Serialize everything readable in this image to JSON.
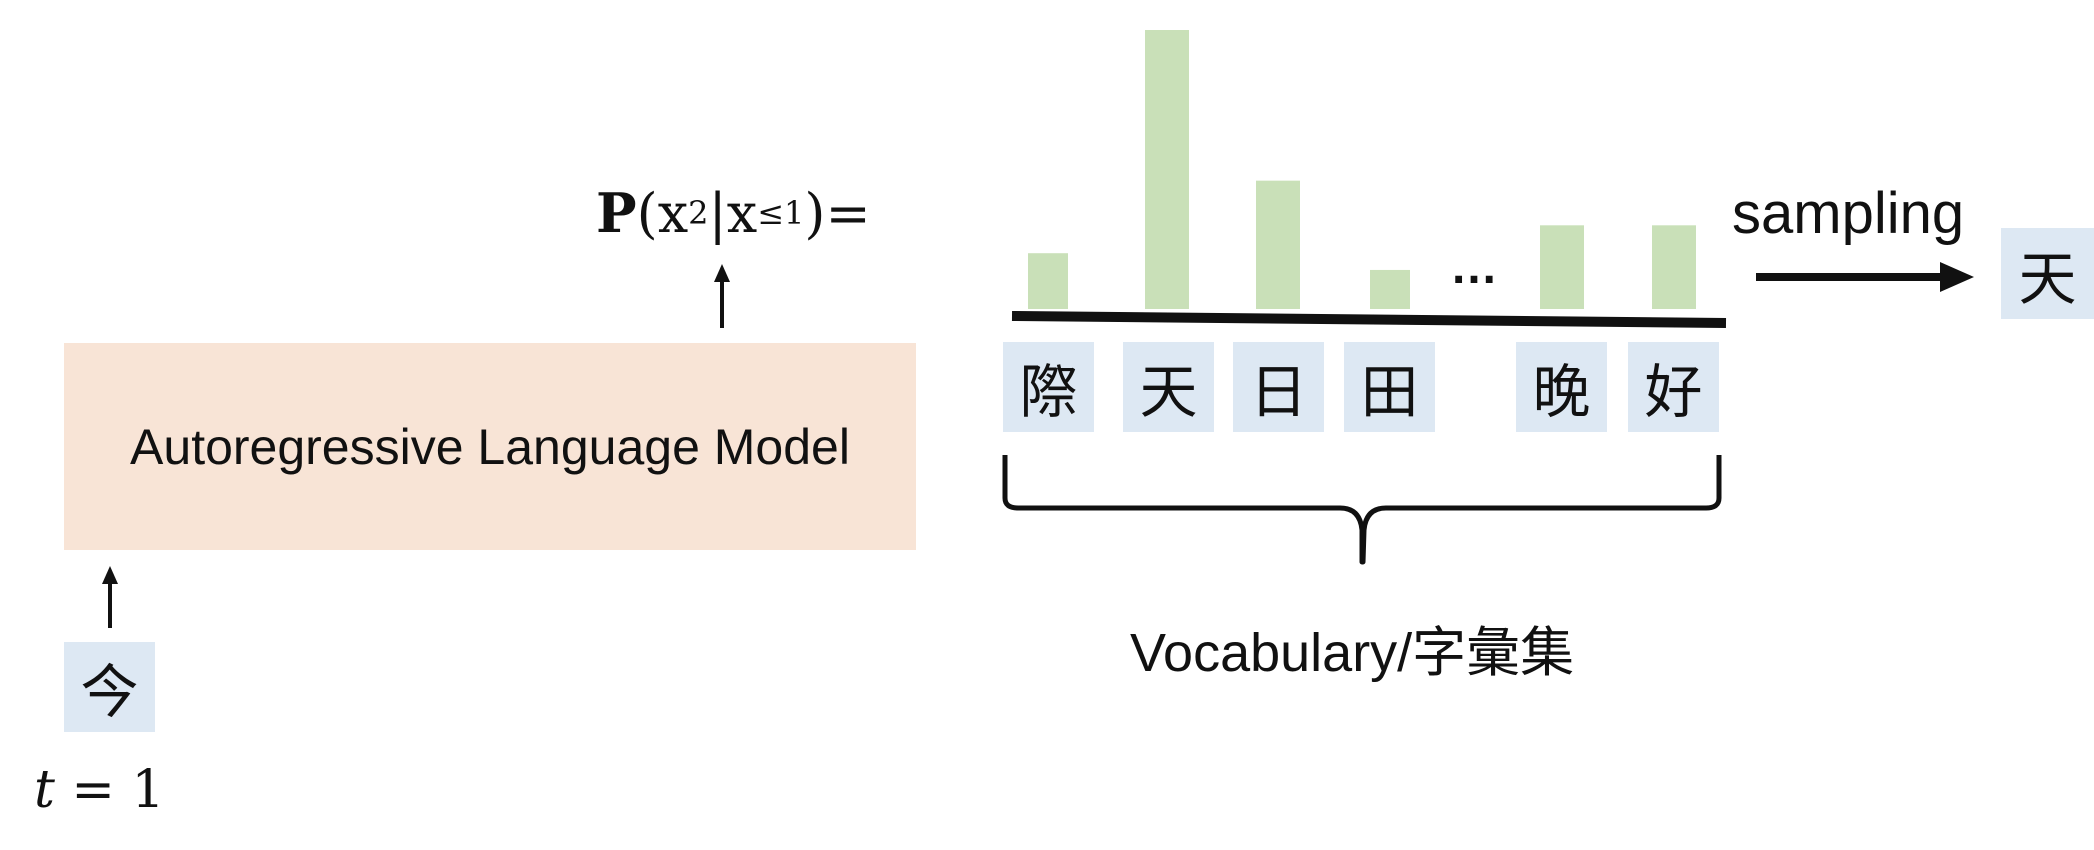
{
  "model": {
    "label": "Autoregressive Language Model"
  },
  "input": {
    "token": "今",
    "time_label_var": "t",
    "time_label_rest": " = 1"
  },
  "formula": {
    "p": "P",
    "open": "(",
    "x": "x",
    "sub2": "2",
    "bar": "|",
    "sub_le1": "≤1",
    "close": ")",
    "equals": " ="
  },
  "chart_data": {
    "type": "bar",
    "categories": [
      "際",
      "天",
      "日",
      "田",
      "…",
      "晚",
      "好"
    ],
    "values": [
      0.2,
      1.0,
      0.46,
      0.14,
      null,
      0.3,
      0.3
    ],
    "ylim": [
      0,
      1
    ],
    "bar_color": "#c9e0b8",
    "ellipsis_between": [
      "田",
      "晚"
    ]
  },
  "vocabulary": {
    "ellipsis": "…",
    "label": "Vocabulary/字彙集"
  },
  "sampling": {
    "label": "sampling",
    "output_token": "天"
  },
  "colors": {
    "model_box": "#f8e4d6",
    "token_box": "#dde8f3",
    "bar": "#c9e0b8",
    "ink": "#111111"
  }
}
